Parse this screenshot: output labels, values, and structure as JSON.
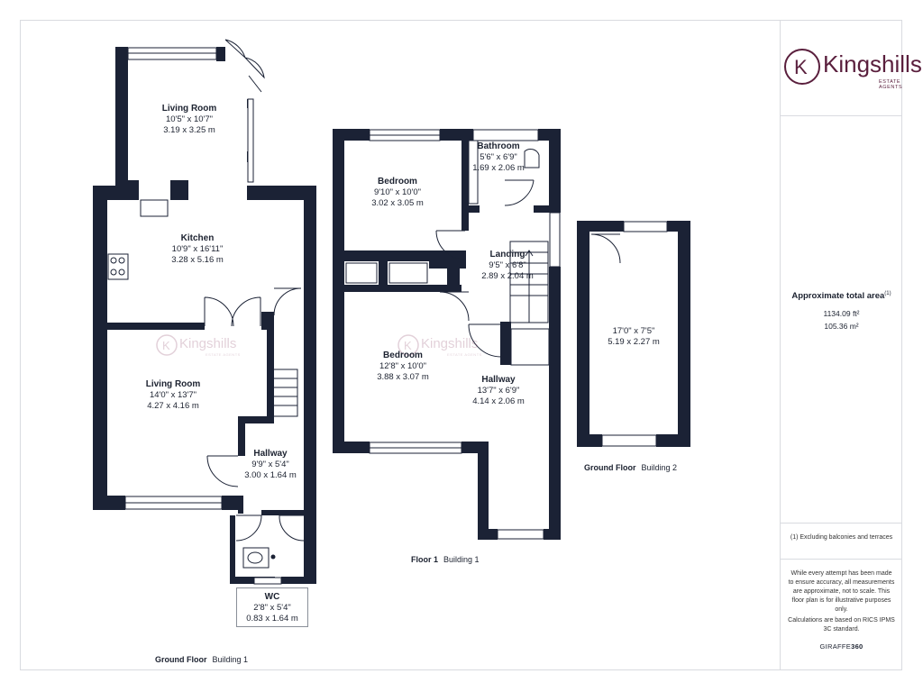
{
  "brand": {
    "name": "Kingshills",
    "tagline": "ESTATE AGENTS",
    "monogram": "K",
    "color": "#5a1f3d"
  },
  "plan_color": "#1b2235",
  "ground_floor_building1": {
    "caption_floor": "Ground Floor",
    "caption_building": "Building 1",
    "rooms": [
      {
        "name": "Living Room",
        "imperial": "10'5\" x 10'7\"",
        "metric": "3.19 x 3.25 m"
      },
      {
        "name": "Kitchen",
        "imperial": "10'9\" x 16'11\"",
        "metric": "3.28 x 5.16 m"
      },
      {
        "name": "Living Room",
        "imperial": "14'0\" x 13'7\"",
        "metric": "4.27 x 4.16 m"
      },
      {
        "name": "Hallway",
        "imperial": "9'9\" x 5'4\"",
        "metric": "3.00 x 1.64 m"
      },
      {
        "name": "WC",
        "imperial": "2'8\" x 5'4\"",
        "metric": "0.83 x 1.64 m"
      }
    ]
  },
  "floor1_building1": {
    "caption_floor": "Floor 1",
    "caption_building": "Building 1",
    "rooms": [
      {
        "name": "Bedroom",
        "imperial": "9'10\" x 10'0\"",
        "metric": "3.02 x 3.05 m"
      },
      {
        "name": "Bathroom",
        "imperial": "5'6\" x 6'9\"",
        "metric": "1.69 x 2.06 m"
      },
      {
        "name": "Landing",
        "imperial": "9'5\" x 6'8\"",
        "metric": "2.89 x 2.04 m"
      },
      {
        "name": "Bedroom",
        "imperial": "12'8\" x 10'0\"",
        "metric": "3.88 x 3.07 m"
      },
      {
        "name": "Hallway",
        "imperial": "13'7\" x 6'9\"",
        "metric": "4.14 x 2.06 m"
      }
    ]
  },
  "ground_floor_building2": {
    "caption_floor": "Ground Floor",
    "caption_building": "Building 2",
    "rooms": [
      {
        "imperial": "17'0\" x 7'5\"",
        "metric": "5.19 x 2.27 m"
      }
    ]
  },
  "area": {
    "title": "Approximate total area",
    "footnote_mark": "(1)",
    "sqft": "1134.09 ft²",
    "sqm": "105.36 m²"
  },
  "notes": {
    "exclusion": "(1) Excluding balconies and terraces",
    "disclaimer": "While every attempt has been made to ensure accuracy, all measurements are approximate, not to scale. This floor plan is for illustrative purposes only.",
    "standard": "Calculations are based on RICS IPMS 3C standard."
  },
  "footer_brand": {
    "left": "GIRAFFE",
    "right": "360"
  }
}
